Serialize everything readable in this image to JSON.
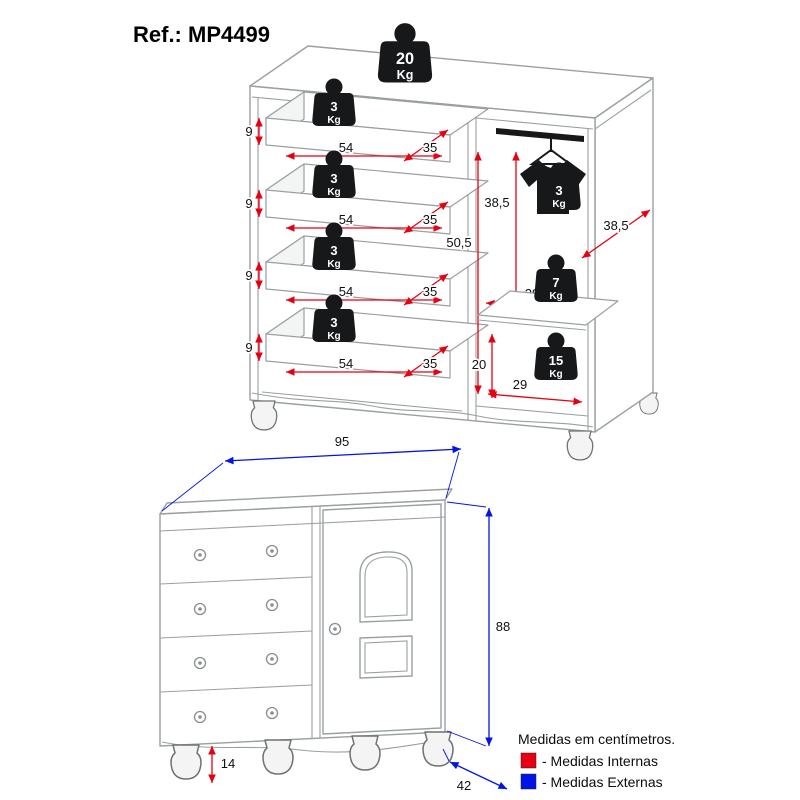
{
  "title": "Ref.: MP4499",
  "colors": {
    "internal_red": "#e60012",
    "external_blue": "#0014e6",
    "outline_gray": "#9aa0a2",
    "icon_black": "#17181a"
  },
  "weights": {
    "unit": "Kg",
    "top_total": "20",
    "per_drawer": "3",
    "hanging_rod": "3",
    "door_shelf_top": "7",
    "door_shelf_bottom": "15"
  },
  "internal": {
    "drawer_height": "9",
    "drawer_width": "54",
    "drawer_depth": "35",
    "hang_height": "38,5",
    "door_height": "50,5",
    "door_width_top": "29",
    "bottom_compartment_height": "20",
    "door_width_bottom": "29",
    "side_depth": "38,5",
    "leg_height": "14"
  },
  "external": {
    "width": "95",
    "height": "88",
    "depth": "42"
  },
  "legend": {
    "unit_note": "Medidas em centímetros.",
    "internal_label": "- Medidas Internas",
    "external_label": "- Medidas Externas"
  }
}
